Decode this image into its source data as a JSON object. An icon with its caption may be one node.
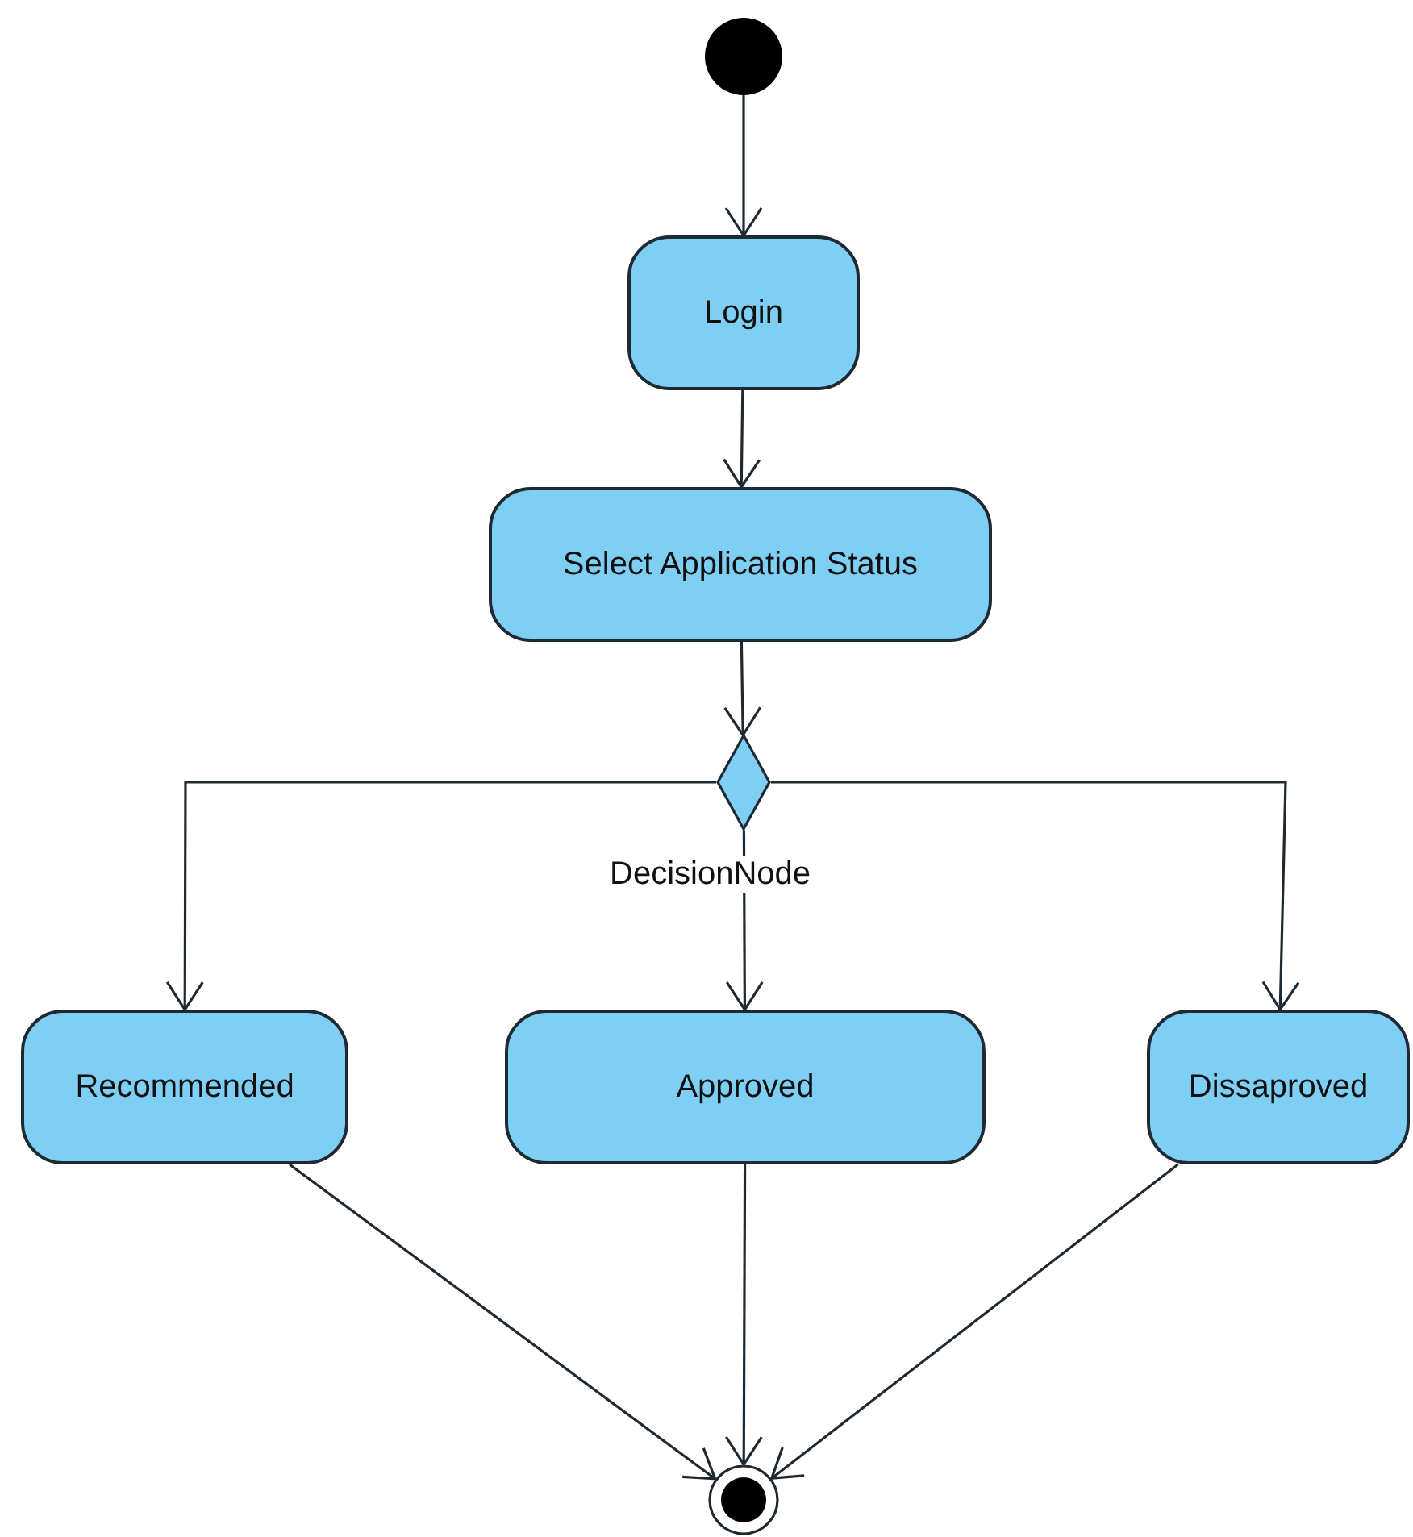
{
  "diagram": {
    "nodes": [
      {
        "text": [],
        "shape": "circle"
      },
      {
        "text": [
          "Login"
        ]
      },
      {
        "text": [
          "Select Application Status"
        ]
      },
      {
        "text": [],
        "shape": "diamond",
        "beside": [
          "DecisionNode"
        ]
      },
      {
        "text": [
          "Recommended"
        ]
      },
      {
        "text": [
          "Approved"
        ]
      },
      {
        "text": [
          "Dissaproved"
        ]
      },
      {
        "text": [],
        "shape": "circle"
      }
    ],
    "edges": [
      {
        "from": 0,
        "to": 1,
        "arrow": "to"
      },
      {
        "from": 1,
        "to": 2,
        "arrow": "to"
      },
      {
        "from": 2,
        "to": 3,
        "arrow": "to"
      },
      {
        "from": 3,
        "to": 4,
        "arrow": "to"
      },
      {
        "from": 3,
        "to": 5,
        "arrow": "to"
      },
      {
        "from": 3,
        "to": 6,
        "arrow": "to"
      },
      {
        "from": 4,
        "to": 7,
        "arrow": "to"
      },
      {
        "from": 5,
        "to": 7,
        "arrow": "to"
      },
      {
        "from": 6,
        "to": 7,
        "arrow": "to"
      }
    ]
  }
}
